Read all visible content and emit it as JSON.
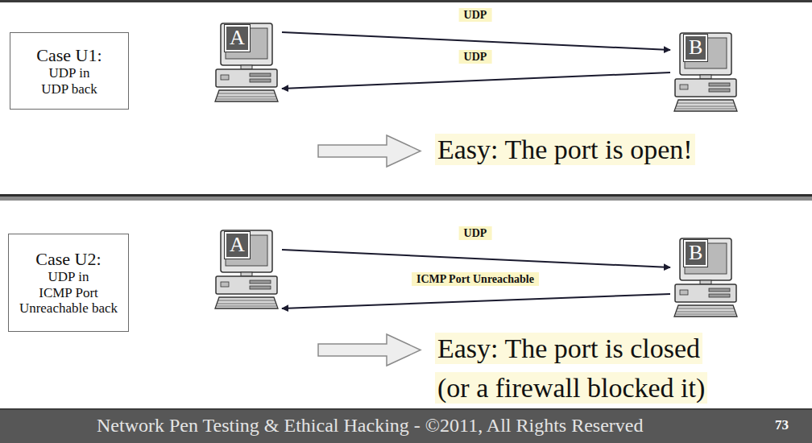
{
  "diagram": {
    "nodes": [
      {
        "text": [
          "Case U1:",
          "UDP in",
          "UDP back"
        ]
      },
      {
        "text": [
          "A"
        ]
      },
      {
        "text": [
          "B"
        ]
      },
      {
        "text": [
          "Case U2:",
          "UDP in",
          "ICMP Port Unreachable back"
        ]
      },
      {
        "text": [
          "A"
        ]
      },
      {
        "text": [
          "B"
        ]
      }
    ],
    "edges": [
      {
        "from": 1,
        "to": 2,
        "label": "UDP",
        "arrow": "to"
      },
      {
        "from": 2,
        "to": 1,
        "label": "UDP",
        "arrow": "to"
      },
      {
        "from": 4,
        "to": 5,
        "label": "UDP",
        "arrow": "to"
      },
      {
        "from": 5,
        "to": 4,
        "label": "ICMP Port Unreachable",
        "arrow": "to"
      }
    ],
    "labels": [
      "Easy: The port is open!",
      "Easy: The port is closed",
      "(or a firewall blocked it)",
      "Network Pen Testing & Ethical Hacking - ©2011, All Rights Reserved",
      "73"
    ]
  }
}
